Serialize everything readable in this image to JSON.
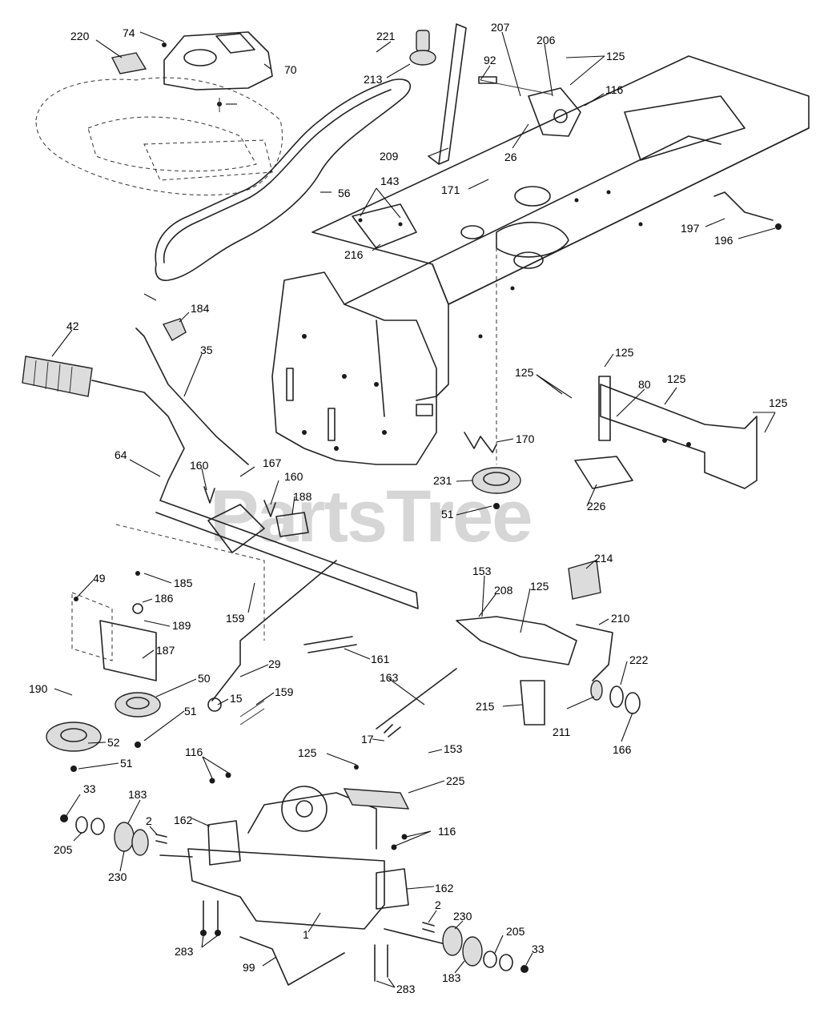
{
  "watermark": {
    "text": "PartsTree",
    "color": "#c9c9c9"
  },
  "callouts": [
    "220",
    "74",
    "70",
    "221",
    "213",
    "207",
    "92",
    "125",
    "206",
    "116",
    "26",
    "209",
    "171",
    "143",
    "56",
    "216",
    "197",
    "196",
    "184",
    "42",
    "35",
    "125",
    "125",
    "80",
    "125",
    "125",
    "64",
    "160",
    "167",
    "160",
    "170",
    "188",
    "231",
    "226",
    "51",
    "49",
    "185",
    "186",
    "189",
    "187",
    "159",
    "214",
    "153",
    "208",
    "125",
    "210",
    "161",
    "29",
    "222",
    "190",
    "50",
    "163",
    "51",
    "15",
    "159",
    "215",
    "211",
    "166",
    "52",
    "51",
    "17",
    "153",
    "116",
    "125",
    "225",
    "33",
    "183",
    "162",
    "2",
    "116",
    "205",
    "230",
    "162",
    "1",
    "2",
    "230",
    "205",
    "33",
    "283",
    "99",
    "183",
    "283"
  ]
}
